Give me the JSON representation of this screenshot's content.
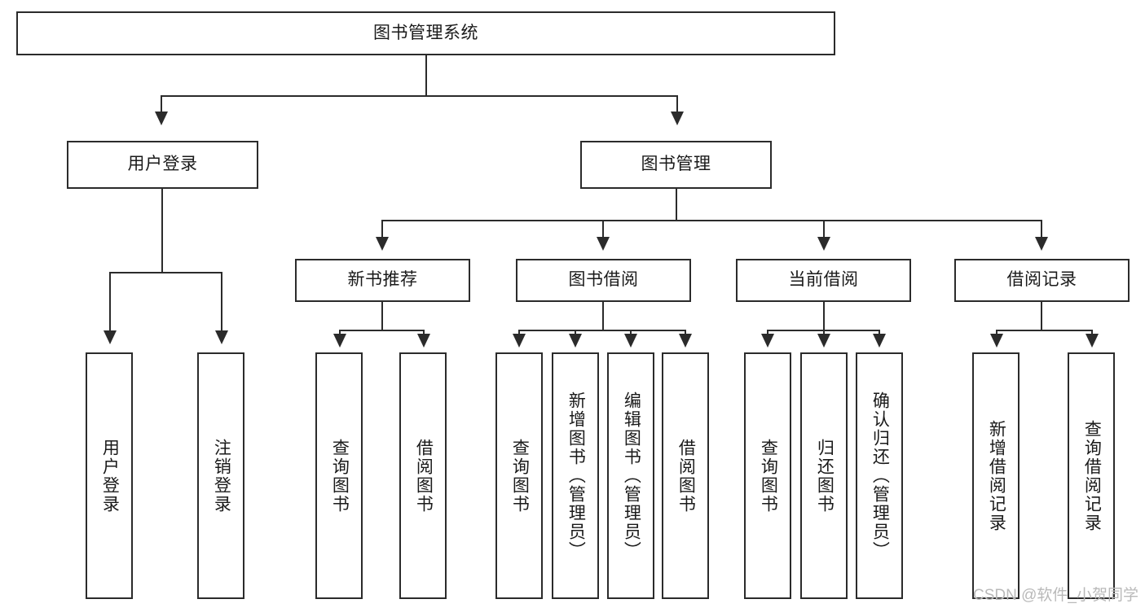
{
  "diagram": {
    "type": "tree-hierarchy",
    "title": "图书管理系统",
    "orientation": "top-down",
    "colors": {
      "stroke": "#2b2b2b",
      "fill": "#ffffff",
      "text": "#1a1a1a",
      "watermark": "#b9b9b9"
    }
  },
  "watermark": {
    "text": "CSDN @软件_小贺同学"
  },
  "nodes": {
    "root": {
      "label": "图书管理系统"
    },
    "level1": [
      {
        "id": "user-login",
        "label": "用户登录"
      },
      {
        "id": "book-manage",
        "label": "图书管理"
      }
    ],
    "level2": [
      {
        "id": "new-book-recommend",
        "label": "新书推荐"
      },
      {
        "id": "book-borrow",
        "label": "图书借阅"
      },
      {
        "id": "current-borrow",
        "label": "当前借阅"
      },
      {
        "id": "borrow-record",
        "label": "借阅记录"
      }
    ],
    "leaves": {
      "user_login": [
        {
          "id": "leaf-user-login",
          "label": "用户登录"
        },
        {
          "id": "leaf-user-logout",
          "label": "注销登录"
        }
      ],
      "new_book_recommend": [
        {
          "id": "leaf-query-book-1",
          "label": "查询图书"
        },
        {
          "id": "leaf-borrow-book-1",
          "label": "借阅图书"
        }
      ],
      "book_borrow": [
        {
          "id": "leaf-query-book-2",
          "label": "查询图书"
        },
        {
          "id": "leaf-add-book",
          "label": "新增图书（管理员）"
        },
        {
          "id": "leaf-edit-book",
          "label": "编辑图书（管理员）"
        },
        {
          "id": "leaf-borrow-book-2",
          "label": "借阅图书"
        }
      ],
      "current_borrow": [
        {
          "id": "leaf-query-book-3",
          "label": "查询图书"
        },
        {
          "id": "leaf-return-book",
          "label": "归还图书"
        },
        {
          "id": "leaf-confirm-return",
          "label": "确认归还（管理员）"
        }
      ],
      "borrow_record": [
        {
          "id": "leaf-add-record",
          "label": "新增借阅记录"
        },
        {
          "id": "leaf-query-record",
          "label": "查询借阅记录"
        }
      ]
    }
  }
}
